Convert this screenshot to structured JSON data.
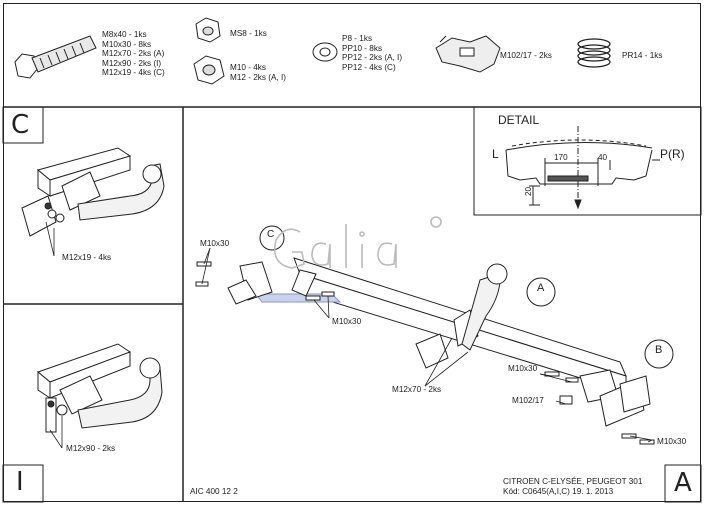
{
  "parts": {
    "bolts": [
      "M8x40 - 1ks",
      "M10x30 - 8ks",
      "M12x70 - 2ks (A)",
      "M12x90 - 2ks (I)",
      "M12x19 - 4ks (C)"
    ],
    "nut_ms8": "MS8 - 1ks",
    "nuts": [
      "M10 - 4ks",
      "M12 - 2ks (A, I)"
    ],
    "washers": [
      "P8 - 1ks",
      "PP10 - 8ks",
      "PP12 - 2ks (A, I)",
      "PP12 - 4ks (C)"
    ],
    "bracket": "M102/17 - 2ks",
    "spring": "PR14 - 1ks"
  },
  "detail": {
    "title": "DETAIL",
    "left": "L",
    "right": "P(R)",
    "dim_170": "170",
    "dim_40": "40",
    "dim_20": "20"
  },
  "panels": {
    "c_letter": "C",
    "c_label": "M12x19 - 4ks",
    "i_letter": "I",
    "i_label": "M12x90 - 2ks"
  },
  "main": {
    "logo": "Galia",
    "callout_c": "C",
    "callout_a": "A",
    "callout_b": "B",
    "label_m10x30_tl": "M10x30",
    "label_m10x30_mid": "M10x30",
    "label_m12x70": "M12x70 - 2ks",
    "label_m10x30_r1": "M10x30",
    "label_m102": "M102/17",
    "label_m10x30_r2": "M10x30",
    "code": "AIC 400 12 2",
    "vehicle": "CITROEN C-ELYSÉE, PEUGEOT 301",
    "kod": "Kód: C0645(A,I,C)  19. 1. 2013",
    "corner_a": "A"
  }
}
